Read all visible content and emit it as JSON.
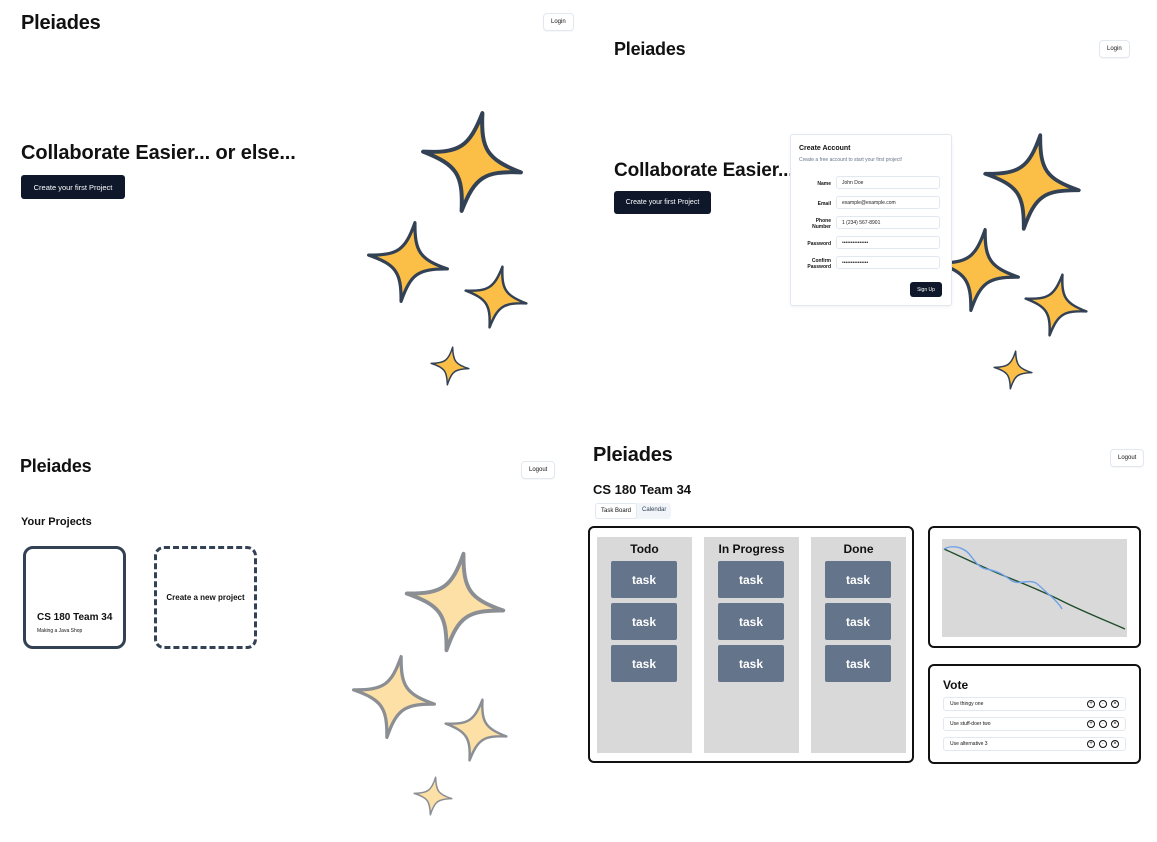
{
  "brand": "Pleiades",
  "colors": {
    "star_fill": "#fbbf47",
    "star_fill_faded": "#fde0a6",
    "star_stroke": "#334155",
    "dark_button": "#0f172a",
    "task_card": "#64748b",
    "column_bg": "#d9d9d9"
  },
  "screen1": {
    "login_label": "Login",
    "hero_title": "Collaborate Easier... or else...",
    "cta_label": "Create your first Project"
  },
  "screen2": {
    "login_label": "Login",
    "hero_title": "Collaborate Easier...",
    "cta_label": "Create your first Project",
    "signup": {
      "title": "Create Account",
      "subtitle": "Create a free account to start your first project!",
      "fields": [
        {
          "label": "Name",
          "value": "John Doe"
        },
        {
          "label": "Email",
          "value": "example@example.com"
        },
        {
          "label": "Phone Number",
          "value": "1 (234) 567-8901"
        },
        {
          "label": "Password",
          "value": "•••••••••••••••"
        },
        {
          "label": "Confirm Password",
          "value": "•••••••••••••••"
        }
      ],
      "submit_label": "Sign Up"
    }
  },
  "screen3": {
    "logout_label": "Logout",
    "section_title": "Your Projects",
    "projects": [
      {
        "name": "CS 180 Team 34",
        "description": "Making a Java Shop"
      }
    ],
    "new_project_label": "Create a new project"
  },
  "screen4": {
    "logout_label": "Logout",
    "project_title": "CS 180 Team 34",
    "tabs": [
      "Task Board",
      "Calendar"
    ],
    "active_tab": "Task Board",
    "columns": [
      {
        "title": "Todo",
        "tasks": [
          "task",
          "task",
          "task"
        ]
      },
      {
        "title": "In Progress",
        "tasks": [
          "task",
          "task",
          "task"
        ]
      },
      {
        "title": "Done",
        "tasks": [
          "task",
          "task",
          "task"
        ]
      }
    ],
    "vote": {
      "title": "Vote",
      "options": [
        "Use thingy one",
        "Use stuff-doer two",
        "Use alternative 3"
      ]
    }
  }
}
